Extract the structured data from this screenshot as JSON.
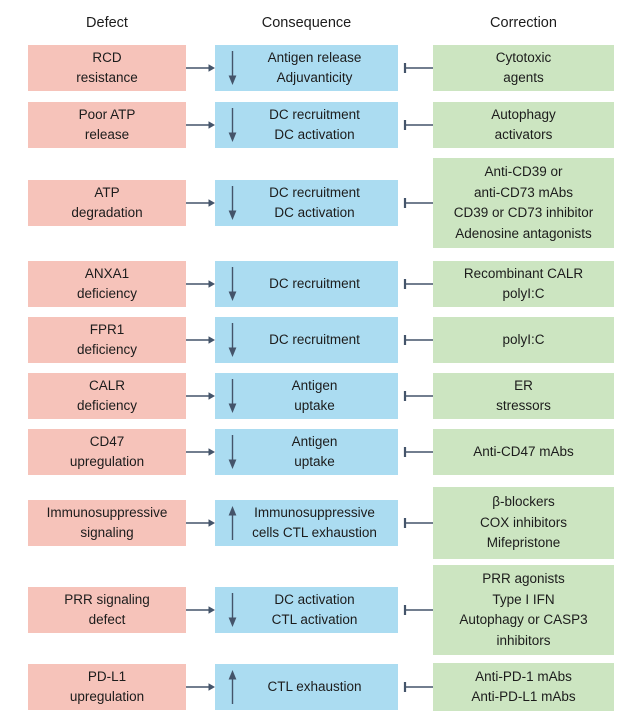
{
  "headers": {
    "defect": "Defect",
    "consequence": "Consequence",
    "correction": "Correction"
  },
  "colors": {
    "defect_fill": "#f6c3ba",
    "consequence_fill": "#abdcf1",
    "correction_fill": "#cce5c1",
    "arrow": "#44546a",
    "text": "#1c1c1c",
    "background": "#ffffff"
  },
  "icons": {
    "defect_to_consequence": "right-arrow",
    "trend_down": "down-arrow",
    "trend_up": "up-arrow",
    "correction_to_consequence": "inhibition-t-bar"
  },
  "rows": [
    {
      "defect": "RCD\nresistance",
      "trend": "decrease",
      "consequence": "Antigen release\nAdjuvanticity",
      "correction": "Cytotoxic\nagents"
    },
    {
      "defect": "Poor ATP\nrelease",
      "trend": "decrease",
      "consequence": "DC recruitment\nDC activation",
      "correction": "Autophagy\nactivators"
    },
    {
      "defect": "ATP\ndegradation",
      "trend": "decrease",
      "consequence": "DC recruitment\nDC activation",
      "correction": "Anti-CD39 or\nanti-CD73 mAbs\nCD39 or CD73 inhibitor\nAdenosine antagonists"
    },
    {
      "defect": "ANXA1\ndeficiency",
      "trend": "decrease",
      "consequence": "DC recruitment",
      "correction": "Recombinant CALR\npolyI:C"
    },
    {
      "defect": "FPR1\ndeficiency",
      "trend": "decrease",
      "consequence": "DC recruitment",
      "correction": "polyI:C"
    },
    {
      "defect": "CALR\ndeficiency",
      "trend": "decrease",
      "consequence": "Antigen\nuptake",
      "correction": "ER\nstressors"
    },
    {
      "defect": "CD47\nupregulation",
      "trend": "decrease",
      "consequence": "Antigen\nuptake",
      "correction": "Anti-CD47 mAbs"
    },
    {
      "defect": "Immunosuppressive\nsignaling",
      "trend": "increase",
      "consequence": "Immunosuppressive\ncells CTL exhaustion",
      "correction": "β-blockers\nCOX inhibitors\nMifepristone"
    },
    {
      "defect": "PRR signaling\ndefect",
      "trend": "decrease",
      "consequence": "DC activation\nCTL activation",
      "correction": "PRR agonists\nType I IFN\nAutophagy or CASP3\ninhibitors"
    },
    {
      "defect": "PD-L1\nupregulation",
      "trend": "increase",
      "consequence": "CTL exhaustion",
      "correction": "Anti-PD-1 mAbs\nAnti-PD-L1 mAbs"
    }
  ]
}
